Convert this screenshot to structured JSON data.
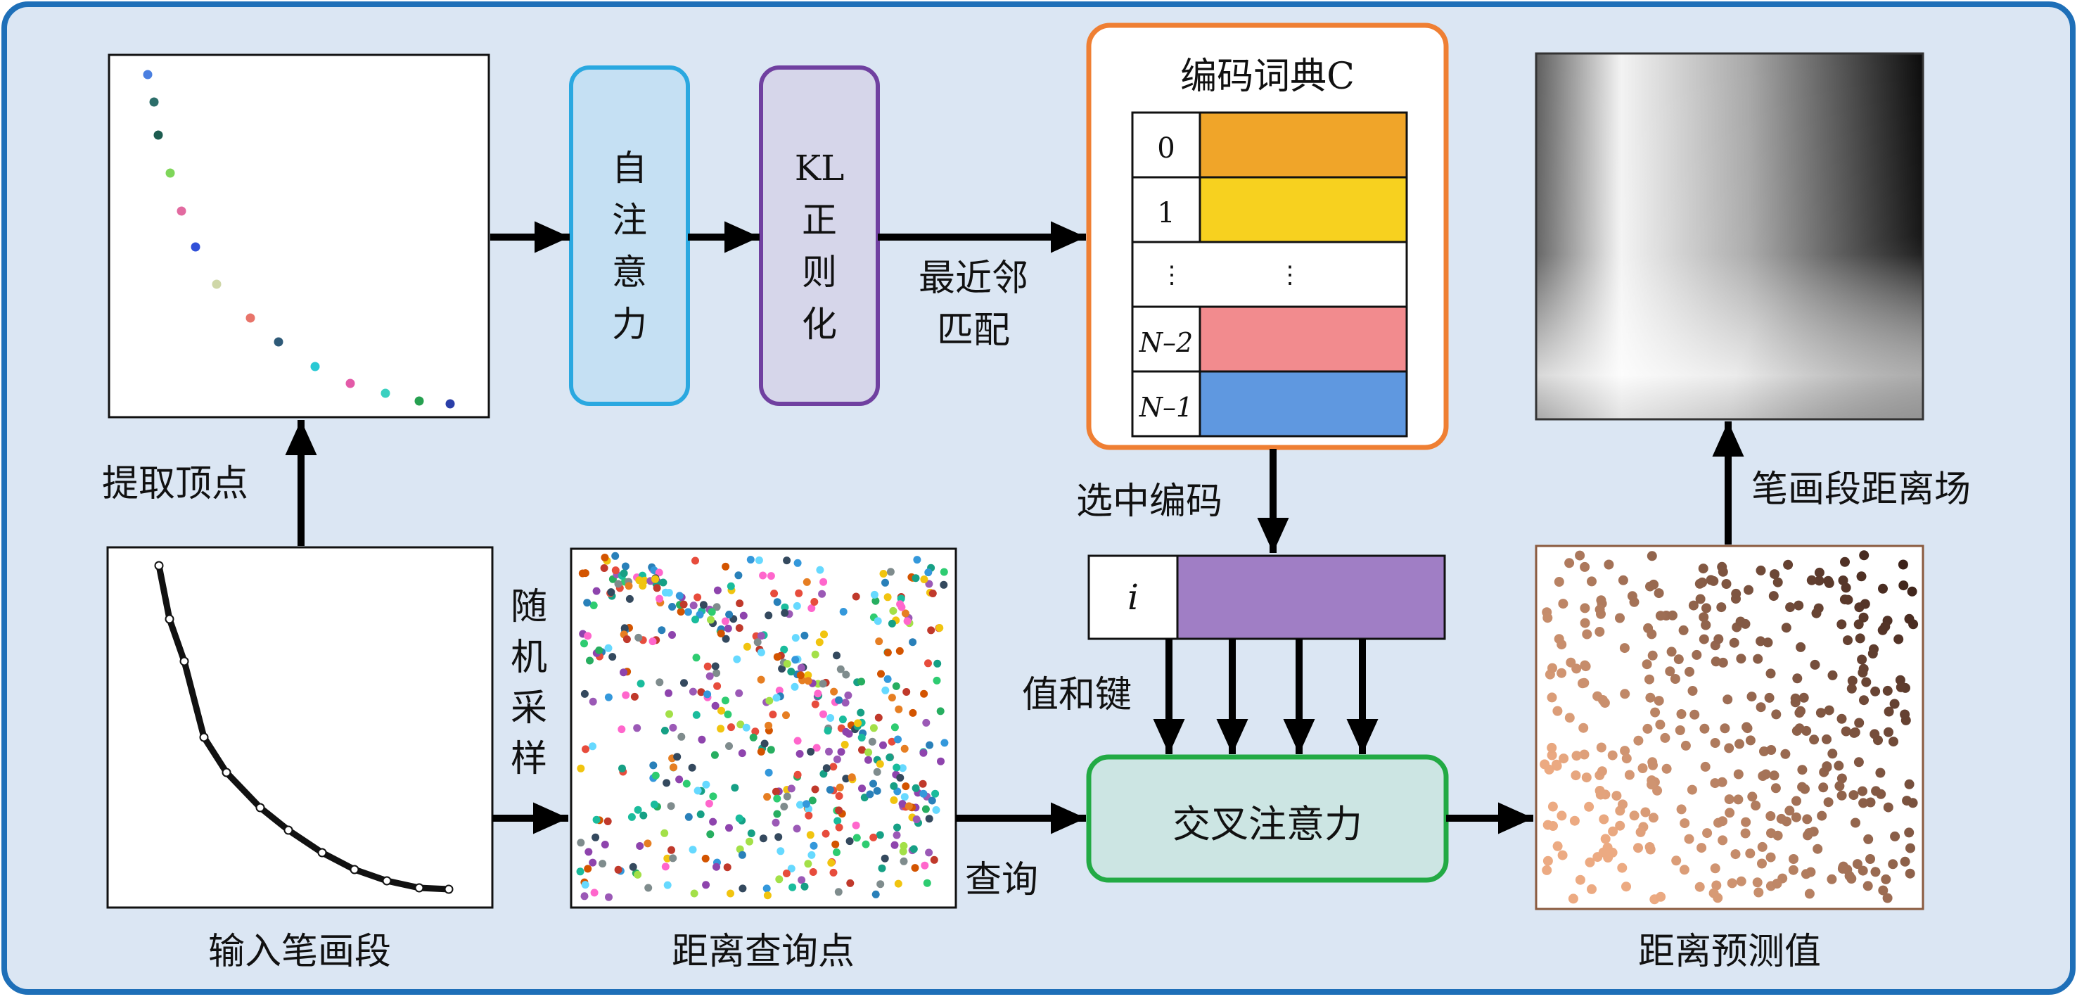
{
  "labels": {
    "extract_vertices": "提取顶点",
    "input_stroke": "输入笔画段",
    "random_sampling": [
      "随",
      "机",
      "采",
      "样"
    ],
    "distance_query_points": "距离查询点",
    "query": "查询",
    "nearest_neighbor": [
      "最近邻",
      "匹配"
    ],
    "select_code": "选中编码",
    "values_and_keys": "值和键",
    "stroke_distance_field": "笔画段距离场",
    "distance_prediction": "距离预测值"
  },
  "self_attention": {
    "chars": [
      "自",
      "注",
      "意",
      "力"
    ]
  },
  "kl_regularization": {
    "chars": [
      "KL",
      "正",
      "则",
      "化"
    ]
  },
  "codebook": {
    "title": "编码词典C",
    "rows": [
      {
        "index": "0",
        "color": "#f0a529"
      },
      {
        "index": "1",
        "color": "#f7d11f"
      },
      {
        "index": "⋮",
        "ellipsis": "⋮",
        "color": "#ffffff"
      },
      {
        "index": "N–2",
        "color": "#f28b8e"
      },
      {
        "index": "N–1",
        "color": "#5f98e0"
      }
    ]
  },
  "selected_code": {
    "index": "i",
    "color": "#a07ec5"
  },
  "cross_attention": {
    "label": "交叉注意力"
  },
  "colors": {
    "frame_border": "#1e6fb8",
    "background": "#dbe6f3",
    "self_attention_fill": "#c5e0f3",
    "self_attention_border": "#2aa8e0",
    "kl_fill": "#d6d6ea",
    "kl_border": "#7040a0",
    "codebook_border": "#ef7f33",
    "cross_attention_fill": "#cce5e3",
    "cross_attention_border": "#22aa44"
  }
}
